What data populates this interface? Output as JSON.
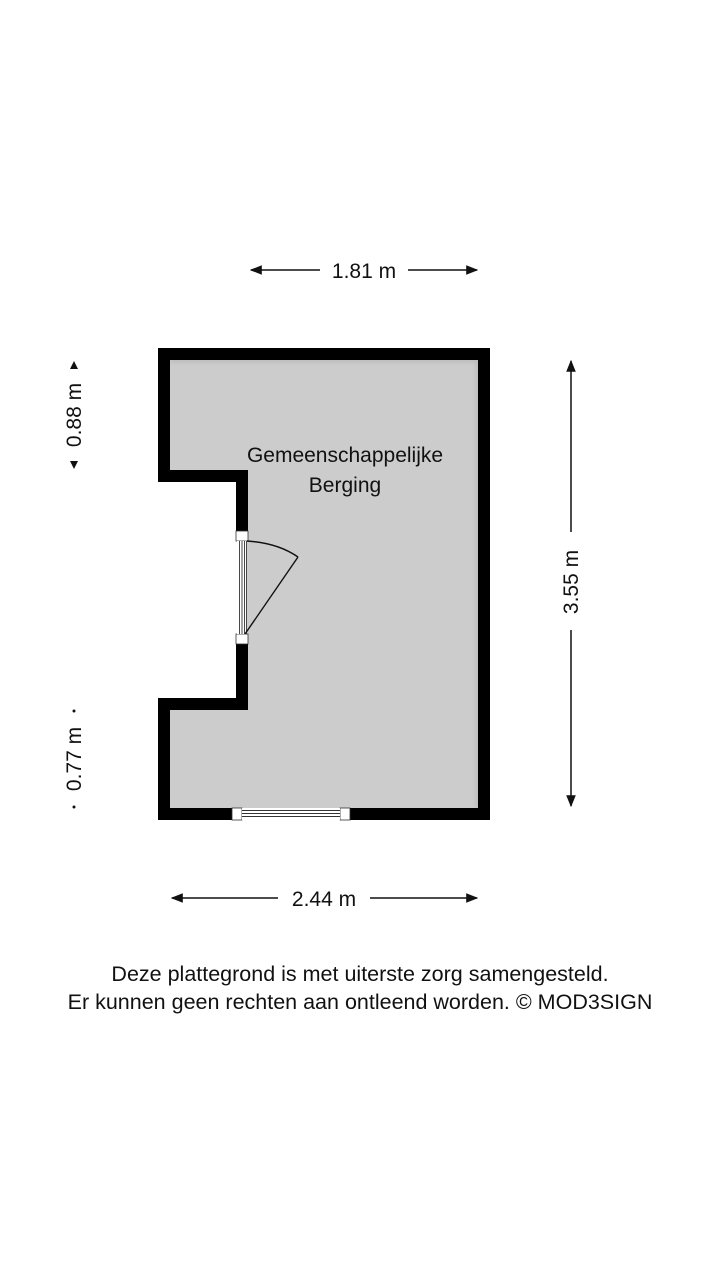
{
  "floorplan": {
    "room": {
      "name_line1": "Gemeenschappelijke",
      "name_line2": "Berging"
    },
    "dimensions": {
      "top_width": "1.81 m",
      "bottom_width": "2.44 m",
      "right_height": "3.55 m",
      "left_top_depth": "0.88 m",
      "left_bottom_depth": "0.77 m"
    },
    "colors": {
      "wall": "#000000",
      "floor": "#cccccc",
      "background": "#ffffff"
    }
  },
  "disclaimer": {
    "line1": "Deze plattegrond is met uiterste zorg samengesteld.",
    "line2": "Er kunnen geen rechten aan ontleend worden. © MOD3SIGN"
  }
}
